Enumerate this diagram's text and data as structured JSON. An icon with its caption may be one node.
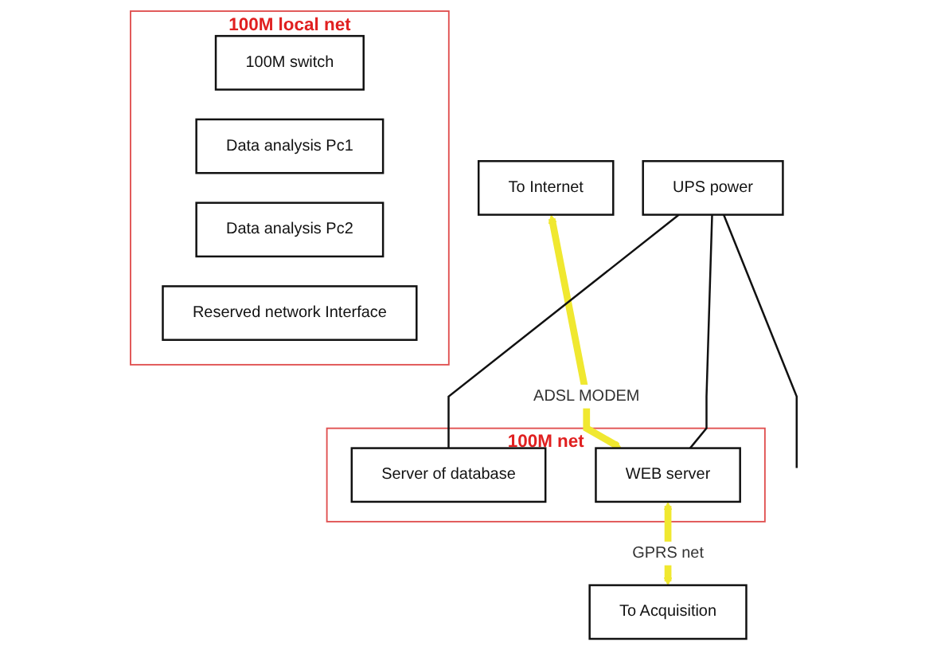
{
  "diagram": {
    "nodes": [
      {
        "text": [
          "To Internet"
        ]
      },
      {
        "text": [
          "UPS power"
        ]
      },
      {
        "text": [
          "100M local net"
        ]
      },
      {
        "text": [
          "100M switch"
        ],
        "in": 2
      },
      {
        "text": [
          "100M net"
        ]
      },
      {
        "text": [
          "Server of database"
        ],
        "in": 4
      },
      {
        "text": [
          "WEB server"
        ],
        "in": 4
      },
      {
        "text": [
          "Data analysis Pc1"
        ],
        "in": 2
      },
      {
        "text": [
          "Data analysis Pc2"
        ],
        "in": 2
      },
      {
        "text": [
          "Reserved network Interface"
        ],
        "in": 2
      },
      {
        "text": [
          "To Acquisition"
        ]
      }
    ],
    "edges": [
      {
        "from": 0,
        "to": 6,
        "arrow": "both",
        "label": "ADSL MODEM",
        "style": "thick",
        "color": "#f0e830"
      },
      {
        "from": 6,
        "to": 10,
        "arrow": "both",
        "label": "GPRS net",
        "style": "thick",
        "color": "#f0e830"
      },
      {
        "from": 1,
        "to": 5,
        "arrow": "none"
      },
      {
        "from": 1,
        "to": 6,
        "arrow": "none"
      },
      {
        "from": 1,
        "to": null,
        "arrow": "none"
      }
    ]
  }
}
